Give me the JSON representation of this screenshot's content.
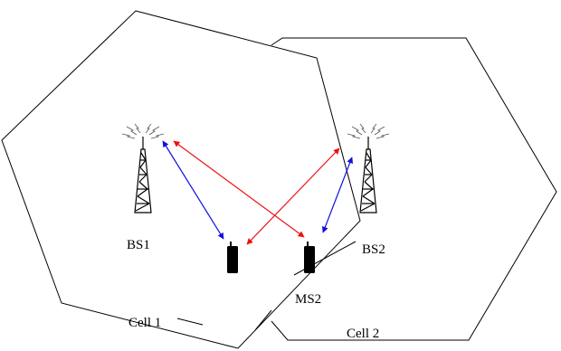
{
  "labels": {
    "bs1": "BS1",
    "bs2": "BS2",
    "ms2": "MS2",
    "cell1": "Cell 1",
    "cell2": "Cell 2"
  },
  "colors": {
    "interference_link": "#ee1111",
    "direct_link": "#1111dd",
    "outline": "#000000"
  }
}
